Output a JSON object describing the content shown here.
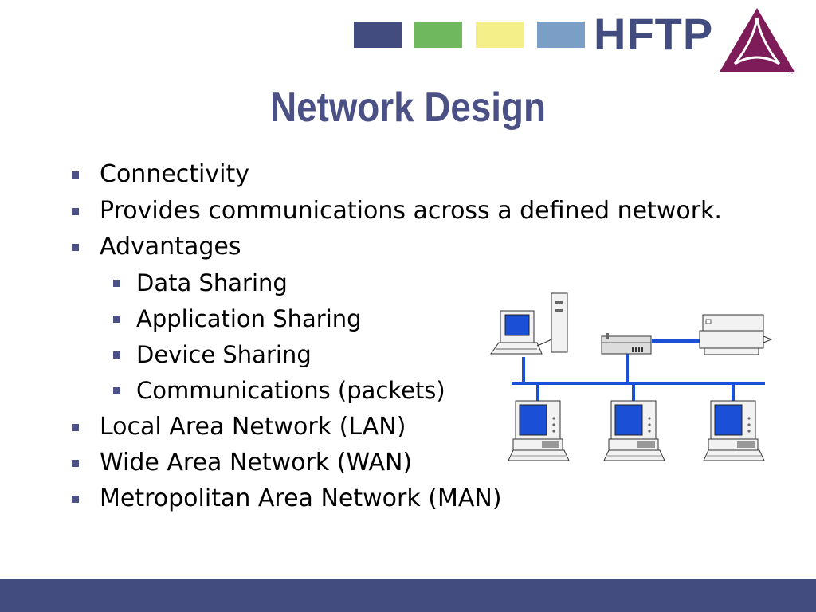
{
  "colors": {
    "navy": "#434c7f",
    "title": "#4b5185",
    "green": "#70b85e",
    "yellow": "#f5ef8a",
    "steel": "#7a9ec6",
    "maroon": "#7d1c58",
    "bullet_marker": "#4b5185",
    "network_blue": "#1a4fd6"
  },
  "brand": {
    "name": "HFTP"
  },
  "slide": {
    "title": "Network Design"
  },
  "bullets": [
    {
      "level": 1,
      "text": "Connectivity"
    },
    {
      "level": 1,
      "text": "Provides communications across a defined network."
    },
    {
      "level": 1,
      "text": "Advantages"
    },
    {
      "level": 2,
      "text": "Data Sharing"
    },
    {
      "level": 2,
      "text": "Application Sharing"
    },
    {
      "level": 2,
      "text": "Device Sharing"
    },
    {
      "level": 2,
      "text": "Communications (packets)"
    },
    {
      "level": 1,
      "text": "Local Area Network (LAN)"
    },
    {
      "level": 1,
      "text": "Wide Area Network (WAN)"
    },
    {
      "level": 1,
      "text": "Metropolitan Area Network (MAN)"
    }
  ],
  "diagram": {
    "nodes": [
      "server-computer",
      "hub",
      "printer",
      "workstation",
      "workstation",
      "workstation"
    ]
  },
  "footer": {
    "text": ""
  }
}
